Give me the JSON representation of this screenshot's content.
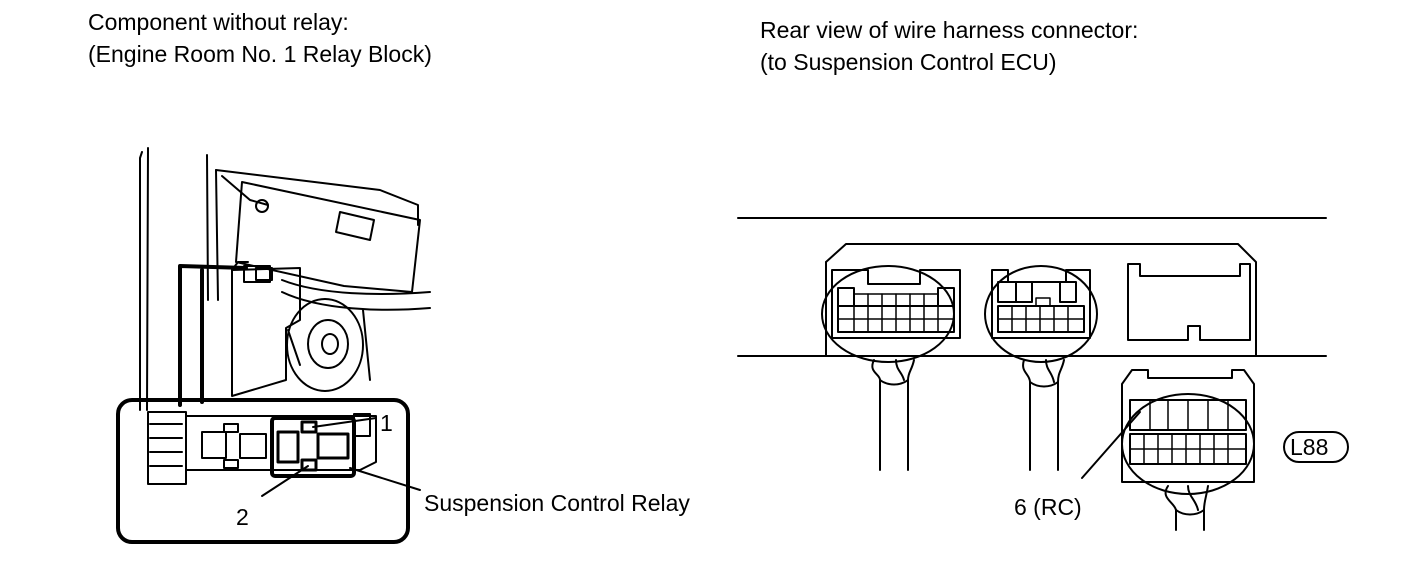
{
  "left_caption": {
    "line1": "Component without relay:",
    "line2": "(Engine Room No. 1 Relay Block)"
  },
  "right_caption": {
    "line1": "Rear view of wire harness connector:",
    "line2": "(to Suspension Control ECU)"
  },
  "labels": {
    "terminal_1": "1",
    "terminal_2": "2",
    "relay_name": "Suspension Control Relay",
    "terminal_rc": "6 (RC)",
    "connector_code": "L88"
  }
}
